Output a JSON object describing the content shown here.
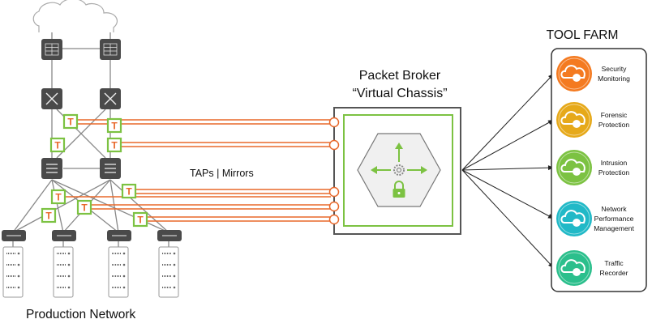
{
  "diagram": {
    "production_network_label": "Production Network",
    "taps_mirrors_label": "TAPs | Mirrors",
    "packet_broker": {
      "title_line1": "Packet Broker",
      "title_line2": "“Virtual Chassis”"
    },
    "tool_farm": {
      "title": "TOOL FARM",
      "tools": [
        {
          "icon": "lock-cloud-icon",
          "label_lines": [
            "Security",
            "Monitoring"
          ],
          "color": "#f47a20"
        },
        {
          "icon": "magnifier-cloud-icon",
          "label_lines": [
            "Forensic",
            "Protection"
          ],
          "color": "#e6a91a"
        },
        {
          "icon": "link-cloud-icon",
          "label_lines": [
            "Intrusion",
            "Protection"
          ],
          "color": "#7cc242"
        },
        {
          "icon": "gauge-cloud-icon",
          "label_lines": [
            "Network",
            "Performance",
            "Management"
          ],
          "color": "#21b9c7"
        },
        {
          "icon": "play-cloud-icon",
          "label_lines": [
            "Traffic",
            "Recorder"
          ],
          "color": "#2bbf8c"
        }
      ]
    },
    "tap_marker": "T",
    "colors": {
      "tap_green": "#7cc242",
      "tap_orange": "#e8682a",
      "device_gray": "#4a4a4a",
      "chassis_border": "#555555"
    }
  }
}
